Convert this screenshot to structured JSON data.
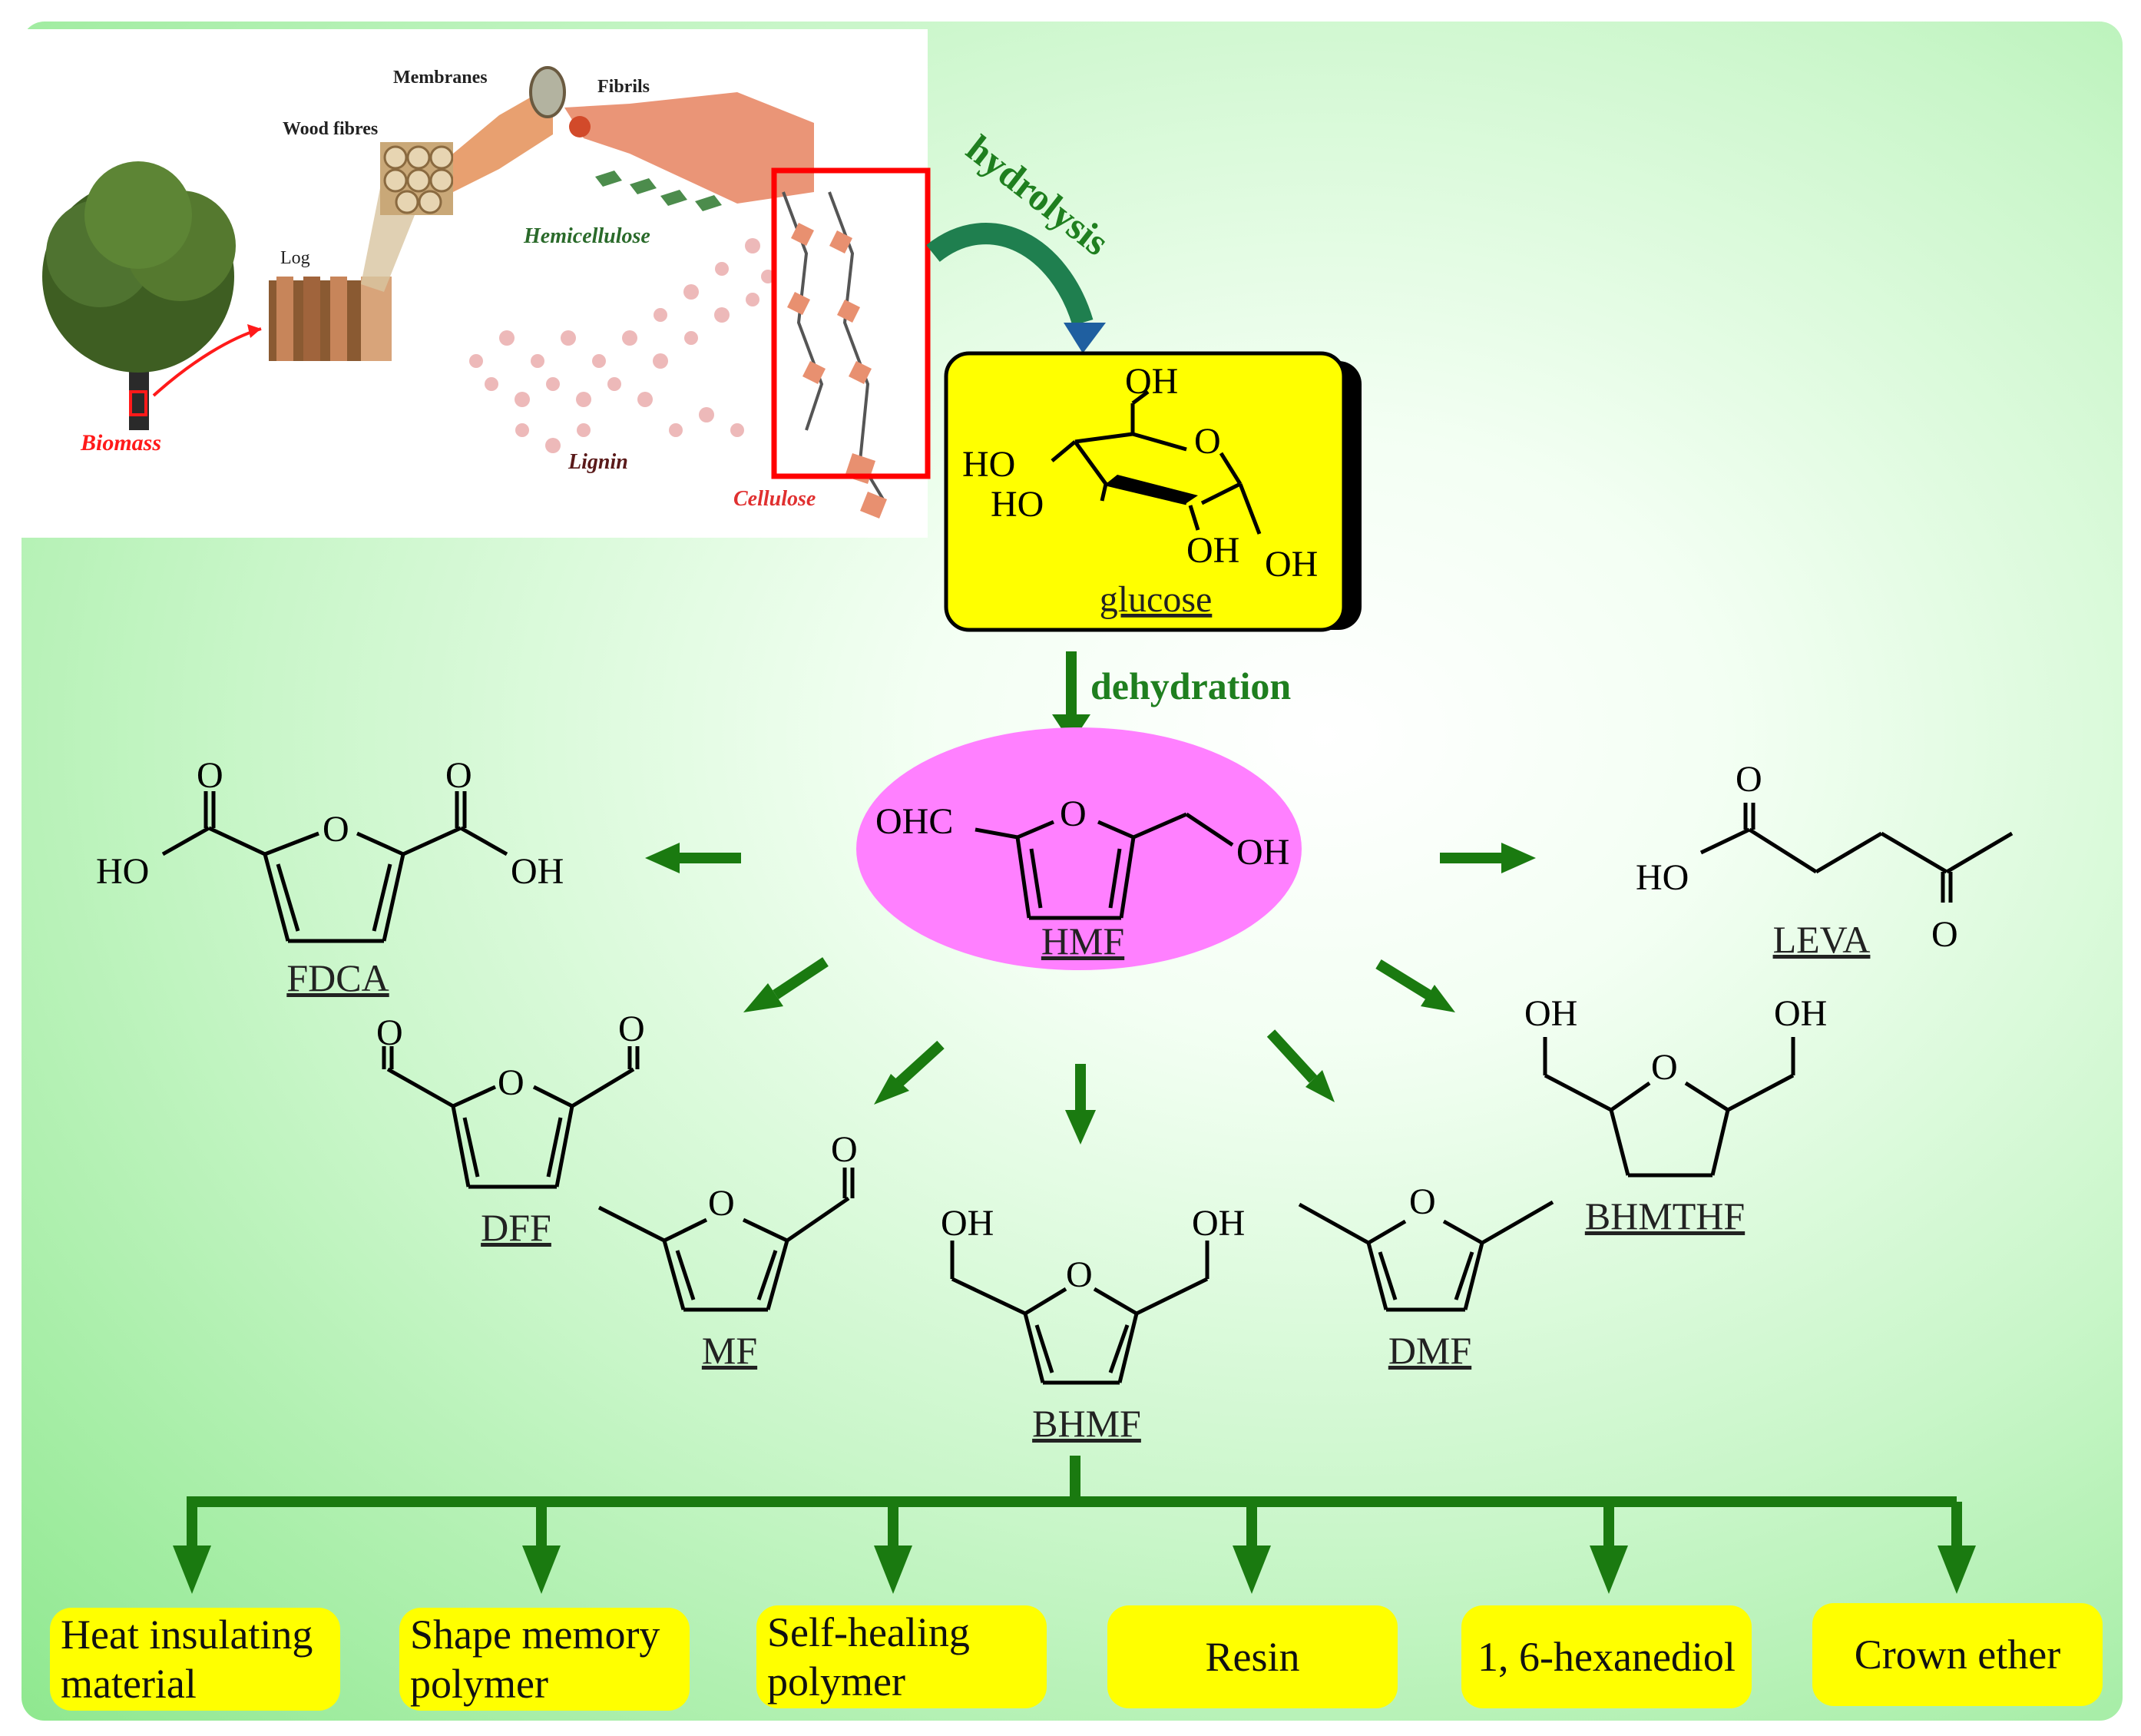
{
  "biomass_illustration": {
    "labels": {
      "biomass": "Biomass",
      "log": "Log",
      "wood_fibres": "Wood fibres",
      "membranes": "Membranes",
      "fibrils": "Fibrils",
      "hemicellulose": "Hemicellulose",
      "lignin": "Lignin",
      "cellulose": "Cellulose"
    }
  },
  "process": {
    "hydrolysis": "hydrolysis",
    "dehydration": "dehydration"
  },
  "glucose": {
    "name": "glucose",
    "atoms": {
      "oh_top": "OH",
      "ring_o": "O",
      "ho_1": "HO",
      "ho_2": "HO",
      "oh_bottom": "OH",
      "oh_anomeric": "OH"
    }
  },
  "hmf": {
    "name": "HMF",
    "atoms": {
      "ohc": "OHC",
      "ring_o": "O",
      "oh": "OH"
    }
  },
  "fdca": {
    "name": "FDCA",
    "atoms": {
      "o_left": "O",
      "o_right": "O",
      "ring_o": "O",
      "ho": "HO",
      "oh": "OH"
    }
  },
  "leva": {
    "name": "LEVA",
    "atoms": {
      "o_top": "O",
      "ho": "HO",
      "o_ketone": "O"
    }
  },
  "dff": {
    "name": "DFF",
    "atoms": {
      "o_left": "O",
      "o_right": "O",
      "ring_o": "O"
    }
  },
  "mf": {
    "name": "MF",
    "atoms": {
      "o_ald": "O",
      "ring_o": "O"
    }
  },
  "bhmf": {
    "name": "BHMF",
    "atoms": {
      "oh_left": "OH",
      "oh_right": "OH",
      "ring_o": "O"
    }
  },
  "dmf": {
    "name": "DMF",
    "atoms": {
      "ring_o": "O"
    }
  },
  "bhmthf": {
    "name": "BHMTHF",
    "atoms": {
      "oh_left": "OH",
      "oh_right": "OH",
      "ring_o": "O"
    }
  },
  "applications": [
    "Heat insulating\nmaterial",
    "Shape memory\npolymer",
    "Self-healing\npolymer",
    "Resin",
    "1, 6-hexanediol",
    "Crown ether"
  ],
  "colors": {
    "arrow_green": "#1a7a10",
    "text_green": "#1f7f1f",
    "hmf_pink": "#ff80ff",
    "box_yellow": "#ffff00",
    "highlight_red": "#ff0000",
    "biomass_red": "#ff1a1a",
    "cellulose_red": "#e03030",
    "lignin_dark": "#5a1a1a"
  }
}
